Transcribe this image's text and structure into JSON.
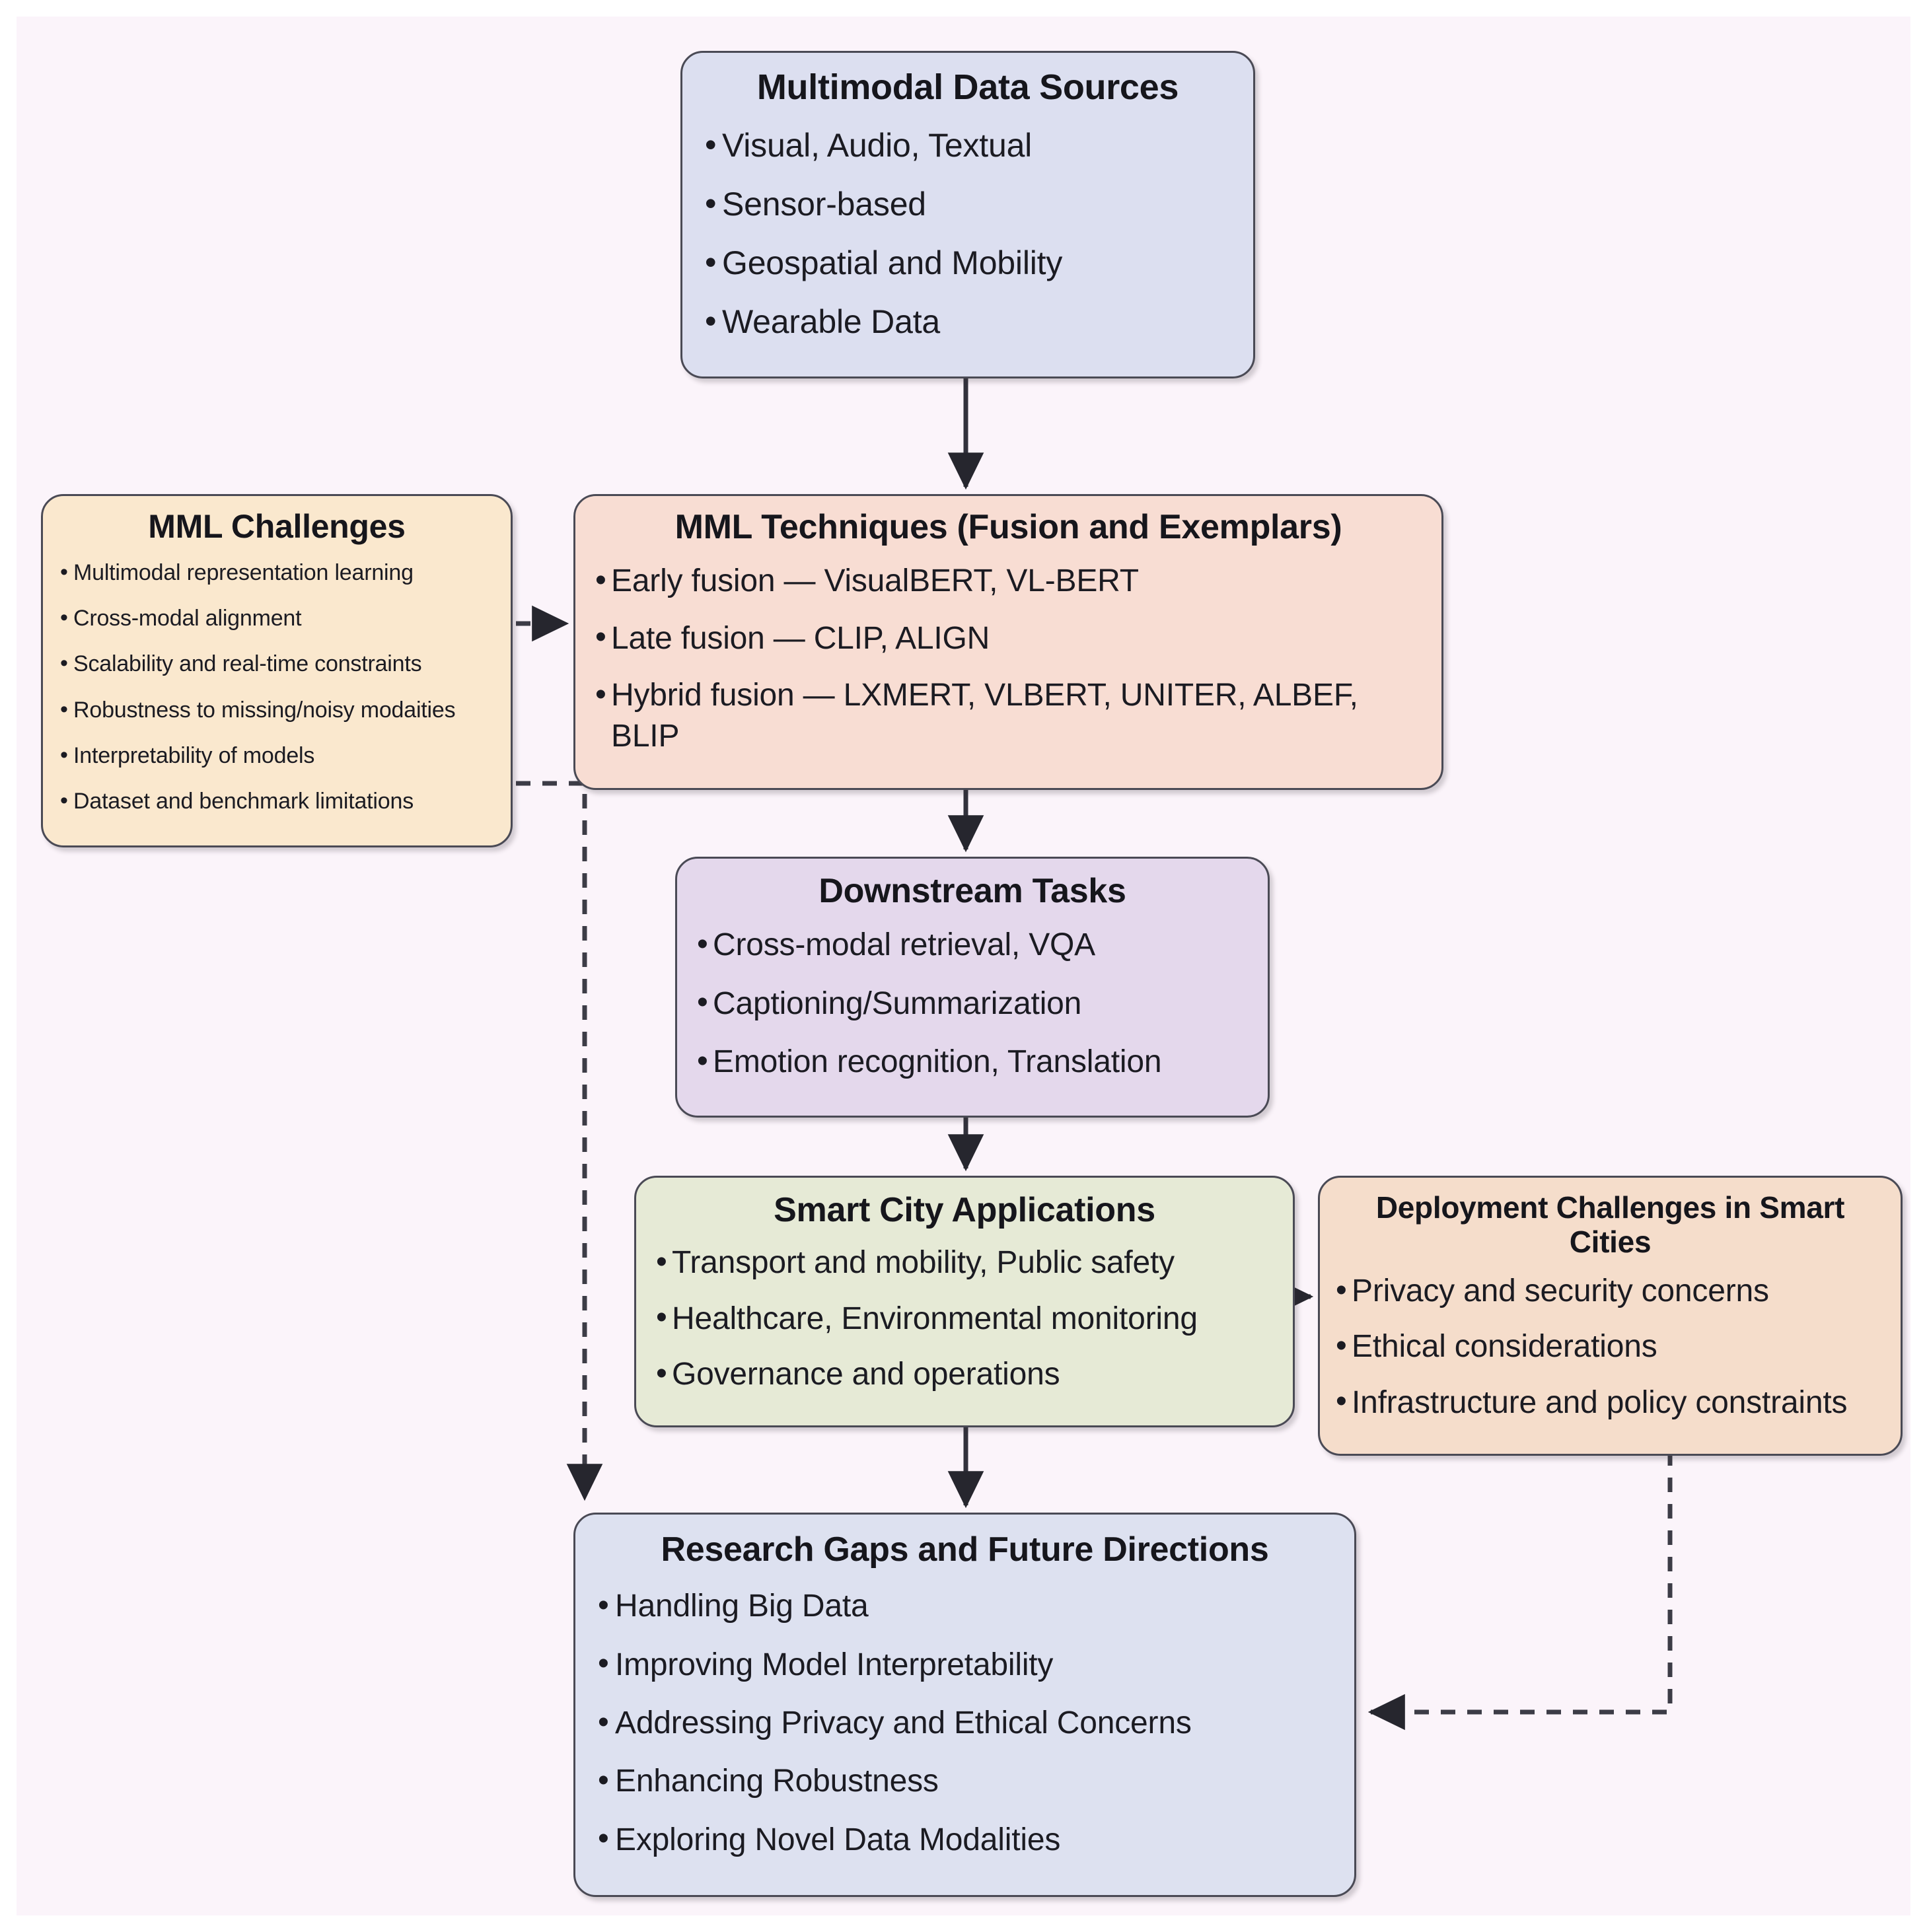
{
  "figure": {
    "background_color": "#fbf4fa",
    "edge_color": "#3c3c46"
  },
  "nodes": {
    "sources": {
      "title": "Multimodal Data Sources",
      "fill": "#dcdff0",
      "items": [
        "Visual, Audio, Textual",
        "Sensor-based",
        "Geospatial and Mobility",
        "Wearable Data"
      ]
    },
    "challenges": {
      "title": "MML Challenges",
      "fill": "#fae8ce",
      "items": [
        "Multimodal representation learning",
        "Cross-modal alignment",
        "Scalability and real-time constraints",
        "Robustness to missing/noisy modaities",
        "Interpretability of models",
        "Dataset and benchmark limitations"
      ]
    },
    "techniques": {
      "title": "MML Techniques (Fusion and Exemplars)",
      "fill": "#f8ddd3",
      "items": [
        "Early fusion — VisualBERT, VL-BERT",
        "Late fusion — CLIP, ALIGN",
        "Hybrid fusion — LXMERT, VLBERT, UNITER, ALBEF, BLIP"
      ]
    },
    "downstream": {
      "title": "Downstream Tasks",
      "fill": "#e4d8ec",
      "items": [
        "Cross-modal retrieval, VQA",
        "Captioning/Summarization",
        "Emotion recognition, Translation"
      ]
    },
    "smartcity": {
      "title": "Smart City Applications",
      "fill": "#e6ead6",
      "items": [
        "Transport and mobility, Public safety",
        "Healthcare, Environmental monitoring",
        "Governance and operations"
      ]
    },
    "deployment": {
      "title": "Deployment Challenges in Smart Cities",
      "fill": "#f5ddcb",
      "items": [
        "Privacy and security concerns",
        "Ethical considerations",
        "Infrastructure and policy constraints"
      ]
    },
    "gaps": {
      "title": "Research Gaps and Future Directions",
      "fill": "#dde1f0",
      "items": [
        "Handling Big Data",
        "Improving Model Interpretability",
        "Addressing Privacy and Ethical Concerns",
        "Enhancing Robustness",
        "Exploring Novel Data Modalities"
      ]
    }
  },
  "edges": [
    {
      "id": "sources-to-techniques",
      "from": "sources",
      "to": "techniques",
      "style": "solid"
    },
    {
      "id": "techniques-to-downstream",
      "from": "techniques",
      "to": "downstream",
      "style": "solid"
    },
    {
      "id": "downstream-to-smartcity",
      "from": "downstream",
      "to": "smartcity",
      "style": "solid"
    },
    {
      "id": "smartcity-to-gaps",
      "from": "smartcity",
      "to": "gaps",
      "style": "solid"
    },
    {
      "id": "challenges-to-techniques",
      "from": "challenges",
      "to": "techniques",
      "style": "dashed"
    },
    {
      "id": "challenges-to-gaps",
      "from": "challenges",
      "to": "gaps",
      "style": "dashed"
    },
    {
      "id": "smartcity-to-deployment",
      "from": "smartcity",
      "to": "deployment",
      "style": "dashed"
    },
    {
      "id": "deployment-to-gaps",
      "from": "deployment",
      "to": "gaps",
      "style": "dashed"
    }
  ]
}
